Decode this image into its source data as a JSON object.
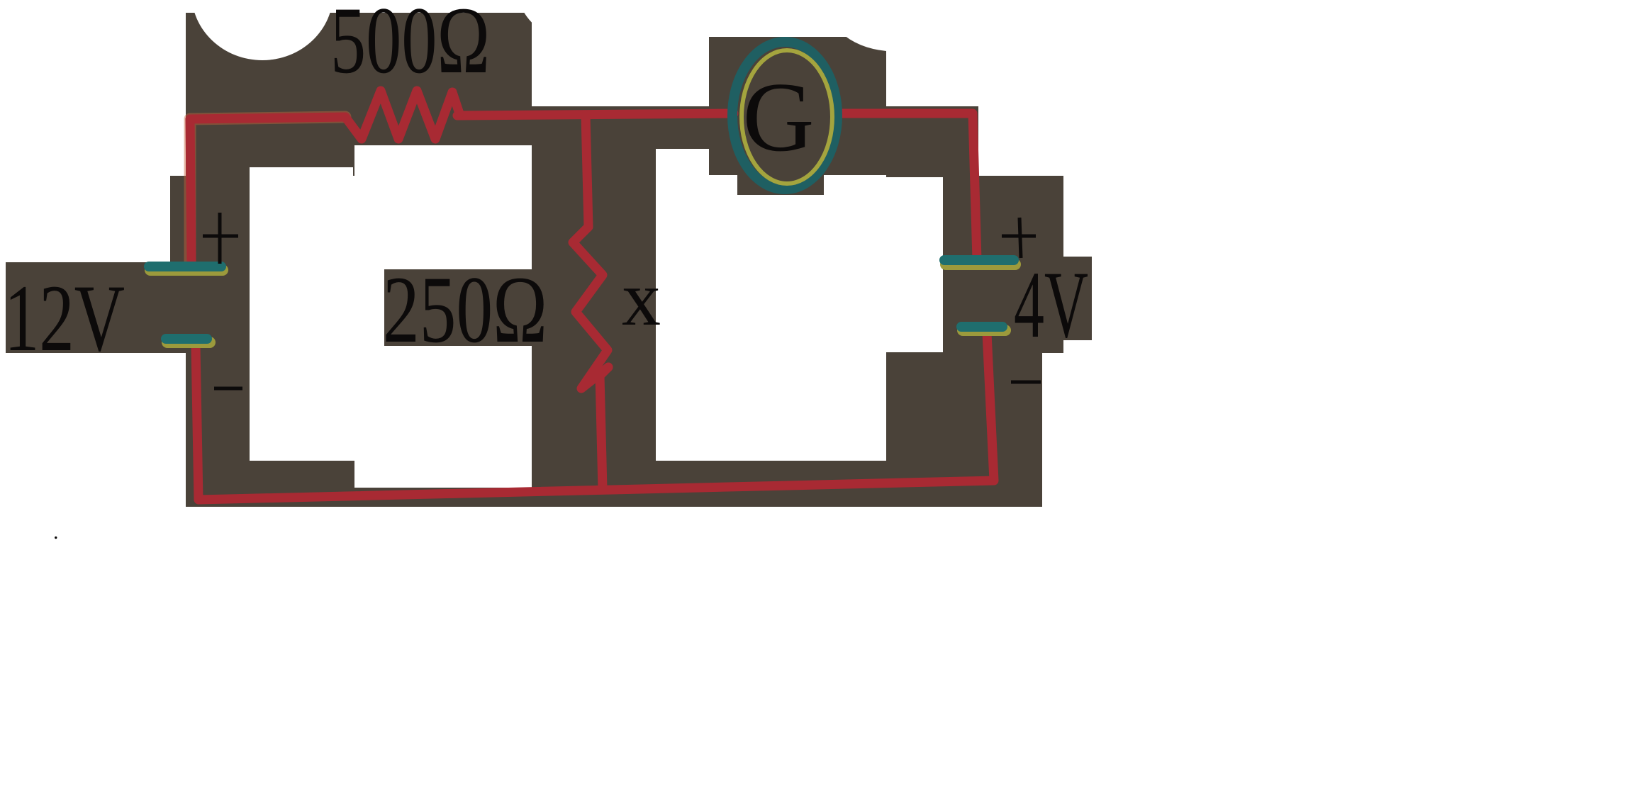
{
  "diagram": {
    "type": "circuit",
    "colors": {
      "background_patch": "#4a4239",
      "page": "#ffffff",
      "wire": "#a82a33",
      "battery_plate": "#1f6e6e",
      "galvanometer_ring": "#1f5f62",
      "text": "#0c0a0a"
    },
    "components": {
      "resistor_top": {
        "label": "500Ω",
        "value_ohm": 500
      },
      "resistor_unknown": {
        "label": "x",
        "paired_label": "250Ω",
        "value_ohm": 250
      },
      "galvanometer": {
        "label": "G"
      },
      "battery_left": {
        "label": "12V",
        "value_volt": 12,
        "plus": "+",
        "minus": "–"
      },
      "battery_right": {
        "label": "4V",
        "value_volt": 4,
        "plus": "+",
        "minus": "–"
      }
    },
    "footnote_mark": "."
  }
}
